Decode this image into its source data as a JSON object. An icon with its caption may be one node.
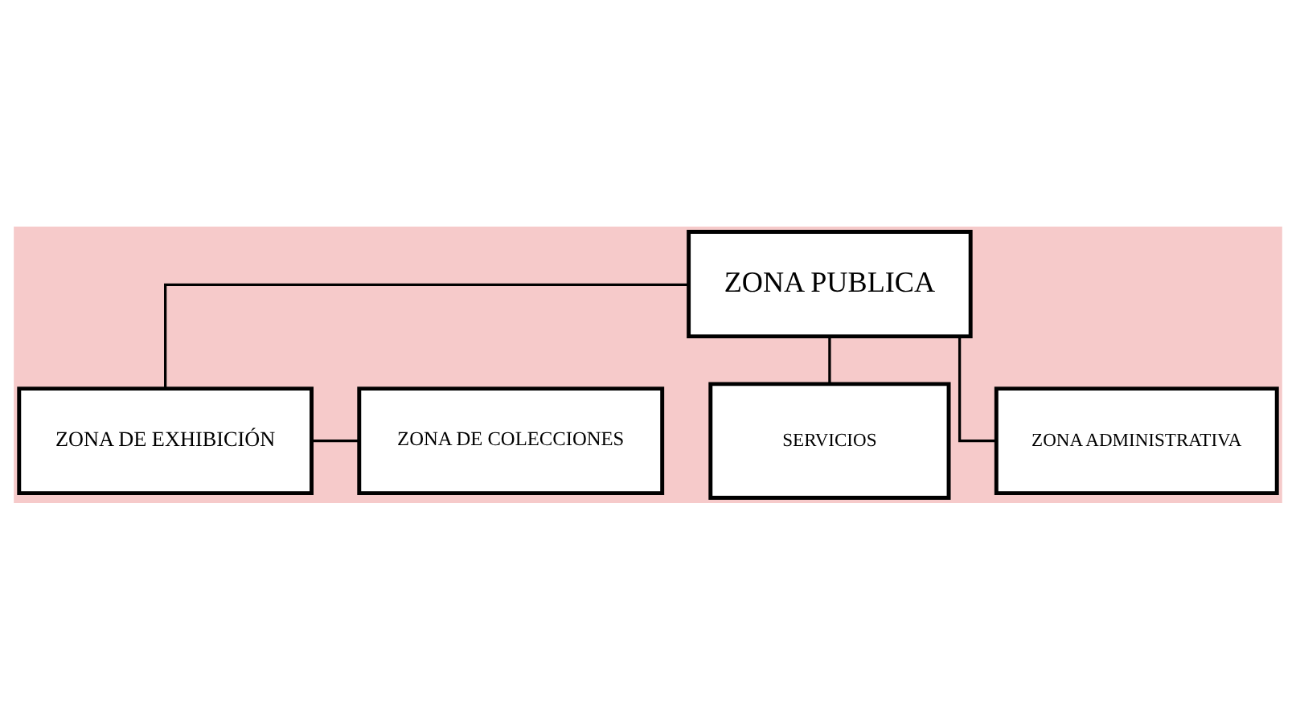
{
  "diagram": {
    "nodes": [
      {
        "text": [
          "ZONA PUBLICA"
        ]
      },
      {
        "text": [
          "ZONA DE COLECCIONES"
        ]
      },
      {
        "text": [
          "ZONA DE EXHIBICIÓN"
        ]
      },
      {
        "text": [
          "SERVICIOS"
        ]
      },
      {
        "text": [
          "ZONA ADMINISTRATIVA"
        ]
      }
    ],
    "edges": [
      {
        "from": 0,
        "to": 2,
        "arrow": "none"
      },
      {
        "from": 2,
        "to": 1,
        "arrow": "none"
      },
      {
        "from": 0,
        "to": 3,
        "arrow": "none"
      },
      {
        "from": 0,
        "to": 4,
        "arrow": "none"
      }
    ]
  }
}
